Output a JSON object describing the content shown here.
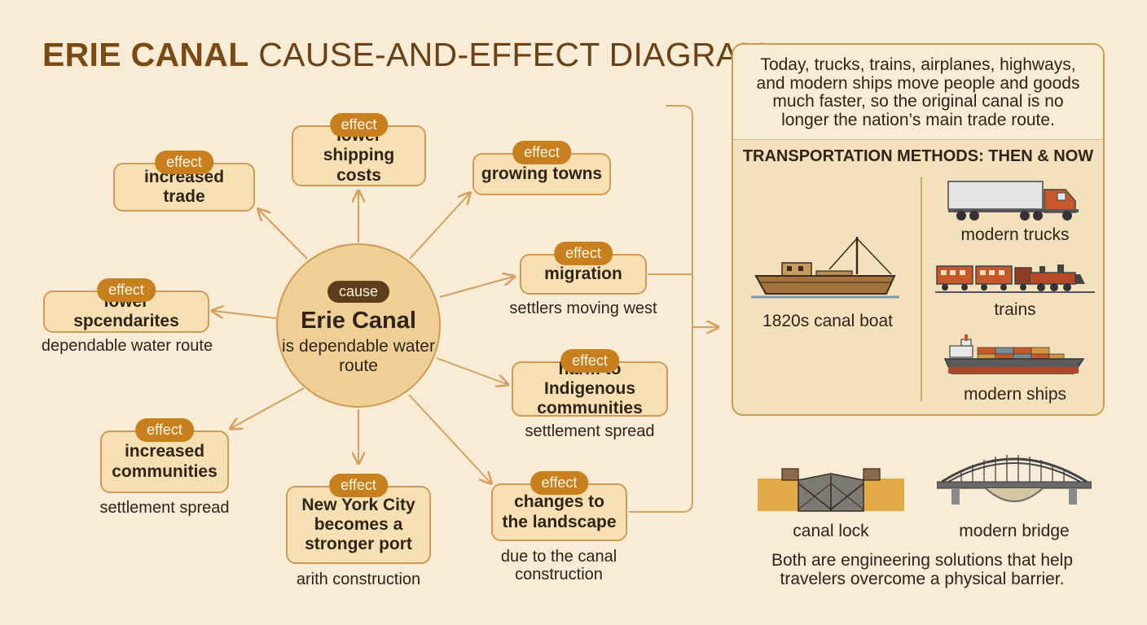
{
  "title": {
    "bold": "ERIE CANAL",
    "rest": " CAUSE-AND-EFFECT DIAGRAM"
  },
  "cause": {
    "tag": "cause",
    "title": "Erie Canal",
    "subtitle": "is dependable water route"
  },
  "effects": [
    {
      "tag": "effect",
      "text": "increased trade",
      "note": ""
    },
    {
      "tag": "effect",
      "text": "lower shipping costs",
      "note": ""
    },
    {
      "tag": "effect",
      "text": "growing towns",
      "note": ""
    },
    {
      "tag": "effect",
      "text": "lower spcendarites",
      "note": "dependable water route"
    },
    {
      "tag": "effect",
      "text": "migration",
      "note": "settlers moving west"
    },
    {
      "tag": "effect",
      "text": "harm to Indigenous communities",
      "note": "settlement spread"
    },
    {
      "tag": "effect",
      "text": "increased communities",
      "note": "settlement spread"
    },
    {
      "tag": "effect",
      "text": "New York City becomes a stronger port",
      "note": "arith construction"
    },
    {
      "tag": "effect",
      "text": "changes to the landscape",
      "note": "due to the canal construction"
    }
  ],
  "panel": {
    "intro": "Today, trucks, trains, airplanes, highways, and modern ships move people and goods much faster, so the original canal is no longer the nation’s main trade route.",
    "heading": "TRANSPORTATION METHODS: THEN & NOW",
    "then": {
      "label": "1820s canal boat",
      "icon": "canal-boat-icon"
    },
    "now": [
      {
        "label": "modern trucks",
        "icon": "truck-icon"
      },
      {
        "label": "trains",
        "icon": "train-icon"
      },
      {
        "label": "modern ships",
        "icon": "cargo-ship-icon"
      }
    ]
  },
  "bottom": {
    "lock_label": "canal lock",
    "bridge_label": "modern bridge",
    "caption": "Both are engineering solutions that help travelers overcome a physical barrier."
  },
  "colors": {
    "background": "#f8ecd6",
    "box_fill": "#f5dfb3",
    "border": "#cf9a55",
    "tag": "#c8801f",
    "cause_tag": "#5e3d1a",
    "cause_fill": "#f0cf96",
    "title": "#7a4a15"
  }
}
